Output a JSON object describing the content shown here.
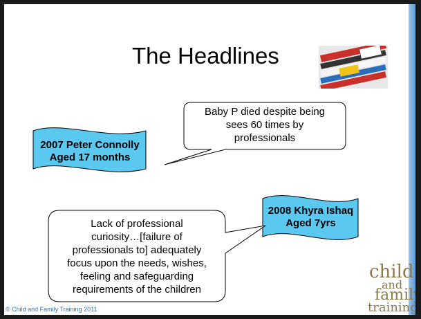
{
  "slide": {
    "title": "The Headlines",
    "callout1": [
      "Baby P died despite being",
      "sees 60 times by",
      "professionals"
    ],
    "flag1": [
      "2007 Peter Connolly",
      "Aged 17 months"
    ],
    "flag2": [
      "2008 Khyra Ishaq",
      "Aged 7yrs"
    ],
    "callout2": [
      "Lack of professional",
      "curiosity…[failure of",
      "professionals to] adequately",
      "focus upon the needs, wishes,",
      "feeling and safeguarding",
      "requirements of the children"
    ],
    "footer": "© Child and Family Training 2011",
    "logo": {
      "line1": "child",
      "line2": "and",
      "line3": "family",
      "line4": "training"
    }
  },
  "colors": {
    "flag": "#5bc8ef",
    "strip": "#5b9bd5",
    "logo": "#8c7a4c"
  },
  "icons": {
    "newspapers": "newspapers-image"
  }
}
